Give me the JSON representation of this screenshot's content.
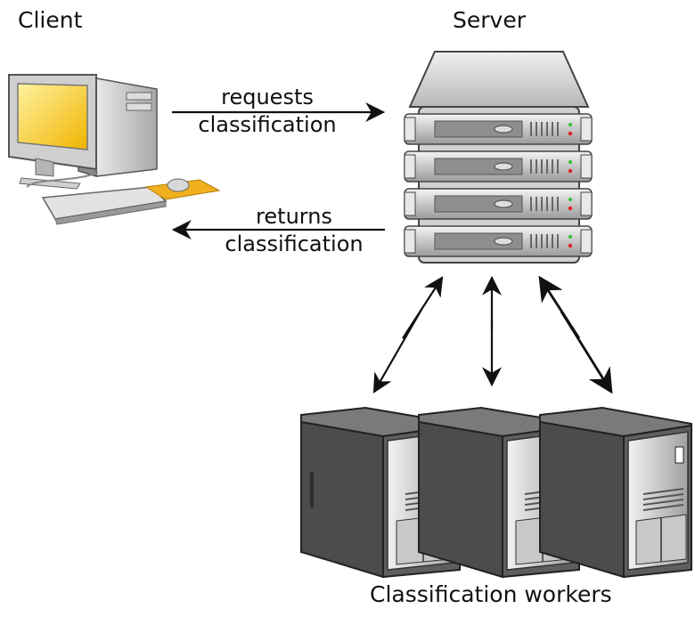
{
  "labels": {
    "client": "Client",
    "server": "Server",
    "request_line1": "requests",
    "request_line2": "classification",
    "return_line1": "returns",
    "return_line2": "classification",
    "workers": "Classification workers"
  },
  "icons": {
    "client": "desktop-computer-icon",
    "server": "rack-server-icon",
    "worker": "tower-server-icon"
  },
  "colors": {
    "screen": "#f5c400",
    "mousepad": "#f0b020",
    "server_body": "#c8c8c8",
    "worker_body": "#5a5a5a",
    "arrow": "#111111"
  }
}
